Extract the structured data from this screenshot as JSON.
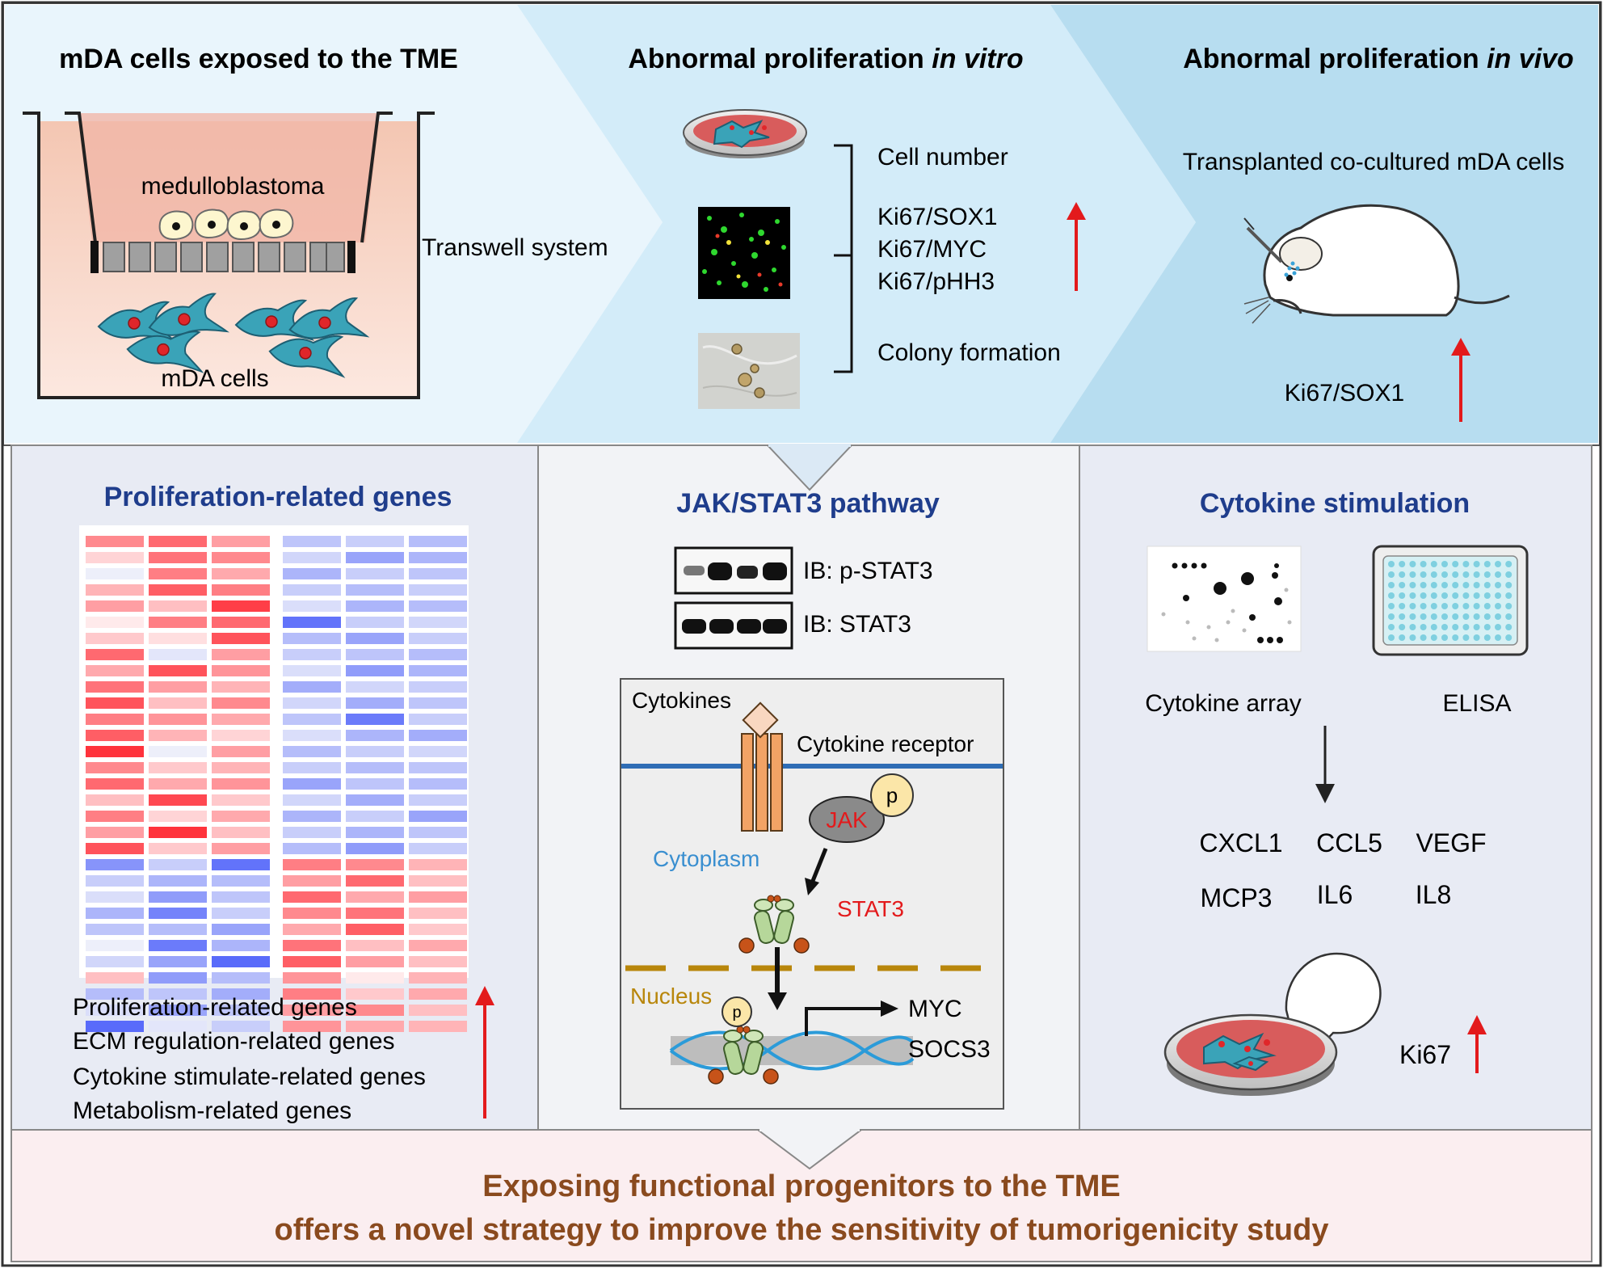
{
  "top": {
    "panel1": {
      "title": "mDA cells exposed to the TME",
      "tumor_label": "medulloblastoma",
      "cells_label": "mDA cells",
      "system_label": "Transwell system"
    },
    "panel2": {
      "title_prefix": "Abnormal proliferation ",
      "title_italic": "in vitro",
      "readouts": [
        "Cell number",
        "Ki67/SOX1",
        "Ki67/MYC",
        "Ki67/pHH3",
        "Colony formation"
      ]
    },
    "panel3": {
      "title_prefix": "Abnormal proliferation ",
      "title_italic": "in vivo",
      "transplant_label": "Transplanted co-cultured mDA cells",
      "marker": "Ki67/SOX1"
    }
  },
  "middle": {
    "genes": {
      "title": "Proliferation-related genes",
      "categories": [
        "Proliferation-related genes",
        "ECM regulation-related genes",
        "Cytokine stimulate-related genes",
        "Metabolism-related genes"
      ]
    },
    "jak": {
      "title": "JAK/STAT3 pathway",
      "blots": [
        "IB: p-STAT3",
        "IB: STAT3"
      ],
      "diagram": {
        "cytokines": "Cytokines",
        "receptor": "Cytokine receptor",
        "cytoplasm": "Cytoplasm",
        "jak": "JAK",
        "p": "p",
        "stat3": "STAT3",
        "nucleus": "Nucleus",
        "targets": [
          "MYC",
          "SOCS3"
        ]
      }
    },
    "cytokine": {
      "title": "Cytokine stimulation",
      "array_label": "Cytokine array",
      "elisa_label": "ELISA",
      "cytokines_row1": [
        "CXCL1",
        "CCL5",
        "VEGF"
      ],
      "cytokines_row2": [
        "MCP3",
        "IL6",
        "IL8"
      ],
      "marker": "Ki67"
    }
  },
  "bottom": {
    "line1": "Exposing functional progenitors to the TME",
    "line2": "offers a novel strategy to improve the sensitivity of tumorigenicity study"
  },
  "colors": {
    "title_blue": "#1f3d8c",
    "conclusion_brown": "#8a4a1e",
    "up_arrow_red": "#e31a1c",
    "membrane_blue": "#2f6db5",
    "nuclear_gold": "#b8860b",
    "heat_red": "#e8434d",
    "heat_blue": "#4a5fe0"
  },
  "heatmap_scale": {
    "top_block": [
      [
        0.55,
        0.7,
        0.45,
        -0.35,
        -0.3,
        -0.4
      ],
      [
        0.2,
        0.65,
        0.55,
        -0.25,
        -0.55,
        -0.45
      ],
      [
        -0.1,
        0.6,
        0.4,
        -0.45,
        -0.3,
        -0.35
      ],
      [
        0.35,
        0.75,
        0.6,
        -0.3,
        -0.4,
        -0.3
      ],
      [
        0.45,
        0.3,
        0.9,
        -0.2,
        -0.45,
        -0.4
      ],
      [
        0.1,
        0.6,
        0.7,
        -0.85,
        -0.3,
        -0.25
      ],
      [
        0.25,
        0.15,
        0.8,
        -0.4,
        -0.55,
        -0.3
      ],
      [
        0.7,
        -0.15,
        0.45,
        -0.3,
        -0.35,
        -0.4
      ],
      [
        0.4,
        0.8,
        0.5,
        -0.2,
        -0.6,
        -0.45
      ],
      [
        0.65,
        0.45,
        0.35,
        -0.5,
        -0.25,
        -0.3
      ],
      [
        0.8,
        0.3,
        0.55,
        -0.25,
        -0.5,
        -0.35
      ],
      [
        0.6,
        0.5,
        0.4,
        -0.35,
        -0.8,
        -0.3
      ],
      [
        0.75,
        0.35,
        0.2,
        -0.2,
        -0.45,
        -0.5
      ],
      [
        0.95,
        -0.1,
        0.45,
        -0.4,
        -0.3,
        -0.25
      ],
      [
        0.55,
        0.25,
        0.35,
        -0.3,
        -0.4,
        -0.35
      ],
      [
        0.7,
        0.4,
        0.5,
        -0.55,
        -0.35,
        -0.4
      ],
      [
        0.3,
        0.85,
        0.25,
        -0.25,
        -0.5,
        -0.3
      ],
      [
        0.6,
        0.2,
        0.4,
        -0.45,
        -0.3,
        -0.55
      ],
      [
        0.45,
        0.95,
        0.3,
        -0.3,
        -0.45,
        -0.35
      ],
      [
        0.8,
        0.25,
        0.45,
        -0.4,
        -0.6,
        -0.3
      ]
    ],
    "bottom_block": [
      [
        -0.65,
        -0.3,
        -0.85,
        0.6,
        0.55,
        0.35
      ],
      [
        -0.3,
        -0.45,
        -0.4,
        0.45,
        0.7,
        0.3
      ],
      [
        -0.2,
        -0.6,
        -0.35,
        0.7,
        0.4,
        0.45
      ],
      [
        -0.45,
        -0.75,
        -0.3,
        0.55,
        0.65,
        0.3
      ],
      [
        -0.35,
        -0.4,
        -0.55,
        0.4,
        0.75,
        0.25
      ],
      [
        -0.1,
        -0.8,
        -0.45,
        0.65,
        0.3,
        0.4
      ],
      [
        -0.25,
        -0.55,
        -0.9,
        0.75,
        0.45,
        0.3
      ],
      [
        0.3,
        -0.6,
        -0.4,
        0.5,
        0.1,
        0.35
      ],
      [
        -0.4,
        -0.35,
        -0.5,
        0.6,
        0.25,
        0.4
      ],
      [
        -0.2,
        -0.55,
        -0.35,
        0.45,
        0.55,
        0.3
      ],
      [
        -0.9,
        -0.15,
        -0.3,
        0.5,
        0.4,
        0.35
      ]
    ]
  }
}
